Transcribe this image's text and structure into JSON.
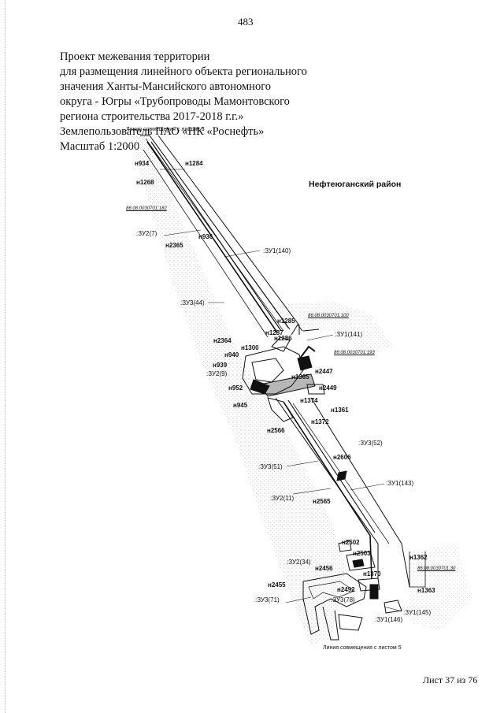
{
  "page_number": "483",
  "title_lines": [
    "Проект межевания территории",
    "для размещения линейного объекта регионального",
    "значения Ханты-Мансийского автономного",
    "округа - Югры «Трубопроводы Мамонтовского",
    "региона строительства 2017-2018 г.г.»",
    "Землепользователь ПАО «НК «Роснефть»",
    "Масштаб 1:2000"
  ],
  "district": "Нефтеюганский район",
  "match_line_top": "Линия совмещения с листом 3",
  "match_line_bottom": "Линия совмещения с листом 5",
  "footer": "Лист 37 из 76",
  "point_labels": {
    "n934": "н934",
    "n1284": "н1284",
    "n1268": "н1268",
    "n2365": "н2365",
    "n936": "н936",
    "n1285": "н1285",
    "n2364": "н2364",
    "n1287": "н1287",
    "n1286": "н1286",
    "n1300": "н1300",
    "n940": "н940",
    "n939": "н939",
    "n952": "н952",
    "n945": "н945",
    "n1365": "н1365",
    "n2447": "н2447",
    "n2449": "н2449",
    "n1374": "н1374",
    "n1361": "н1361",
    "n1372": "н1372",
    "n2566": "н2566",
    "n2606": "н2606",
    "n2565": "н2565",
    "n2502": "н2502",
    "n2503": "н2503",
    "n2456": "н2456",
    "n1370": "н1370",
    "n2455": "н2455",
    "n2492": "н2492",
    "n1362": "н1362",
    "n1363": "н1363"
  },
  "parcel_labels": {
    "zu2_7": ":ЗУ2(7)",
    "zu1_140": ":ЗУ1(140)",
    "zu3_44": ":ЗУ3(44)",
    "zu1_141": ":ЗУ1(141)",
    "zu2_9": ":ЗУ2(9)",
    "zu3_52": ":ЗУ3(52)",
    "zu3_51": ":ЗУ3(51)",
    "zu1_143": ":ЗУ1(143)",
    "zu2_11": ":ЗУ2(11)",
    "zu2_34": ":ЗУ2(34)",
    "zu3_71": ":ЗУ3(71)",
    "zu3_78": ":ЗУ3(78)",
    "zu1_145": ":ЗУ1(145)",
    "zu1_146": ":ЗУ1(146)"
  },
  "cadastral_labels": {
    "c182": "86:08:0030701:182",
    "c100": "86:08:0030701:100",
    "c193": "86:08:0030701:193",
    "c30": "86:08:0030701:30"
  }
}
